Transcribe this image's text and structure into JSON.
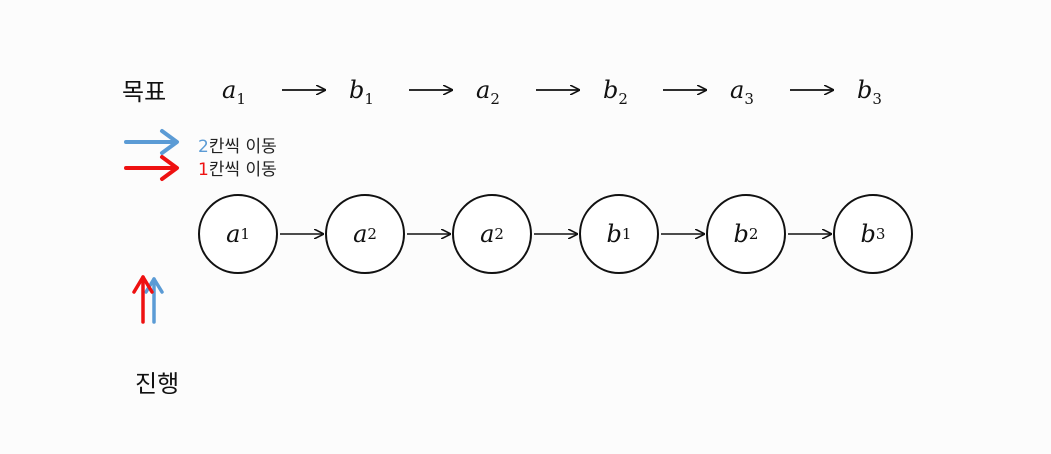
{
  "goal": {
    "title": "목표",
    "sequence": [
      {
        "var": "a",
        "sub": "1"
      },
      {
        "var": "b",
        "sub": "1"
      },
      {
        "var": "a",
        "sub": "2"
      },
      {
        "var": "b",
        "sub": "2"
      },
      {
        "var": "a",
        "sub": "3"
      },
      {
        "var": "b",
        "sub": "3"
      }
    ]
  },
  "legend": {
    "items": [
      {
        "number": "2",
        "text": "칸씩 이동",
        "color": "#5b9bd5"
      },
      {
        "number": "1",
        "text": "칸씩 이동",
        "color": "#ee1111"
      }
    ]
  },
  "nodes": [
    {
      "var": "a",
      "sub": "1"
    },
    {
      "var": "a",
      "sub": "2"
    },
    {
      "var": "a",
      "sub": "2"
    },
    {
      "var": "b",
      "sub": "1"
    },
    {
      "var": "b",
      "sub": "2"
    },
    {
      "var": "b",
      "sub": "3"
    }
  ],
  "progress": {
    "label": "진행"
  },
  "colors": {
    "blue_arrow": "#5b9bd5",
    "red_arrow": "#ee1111"
  }
}
